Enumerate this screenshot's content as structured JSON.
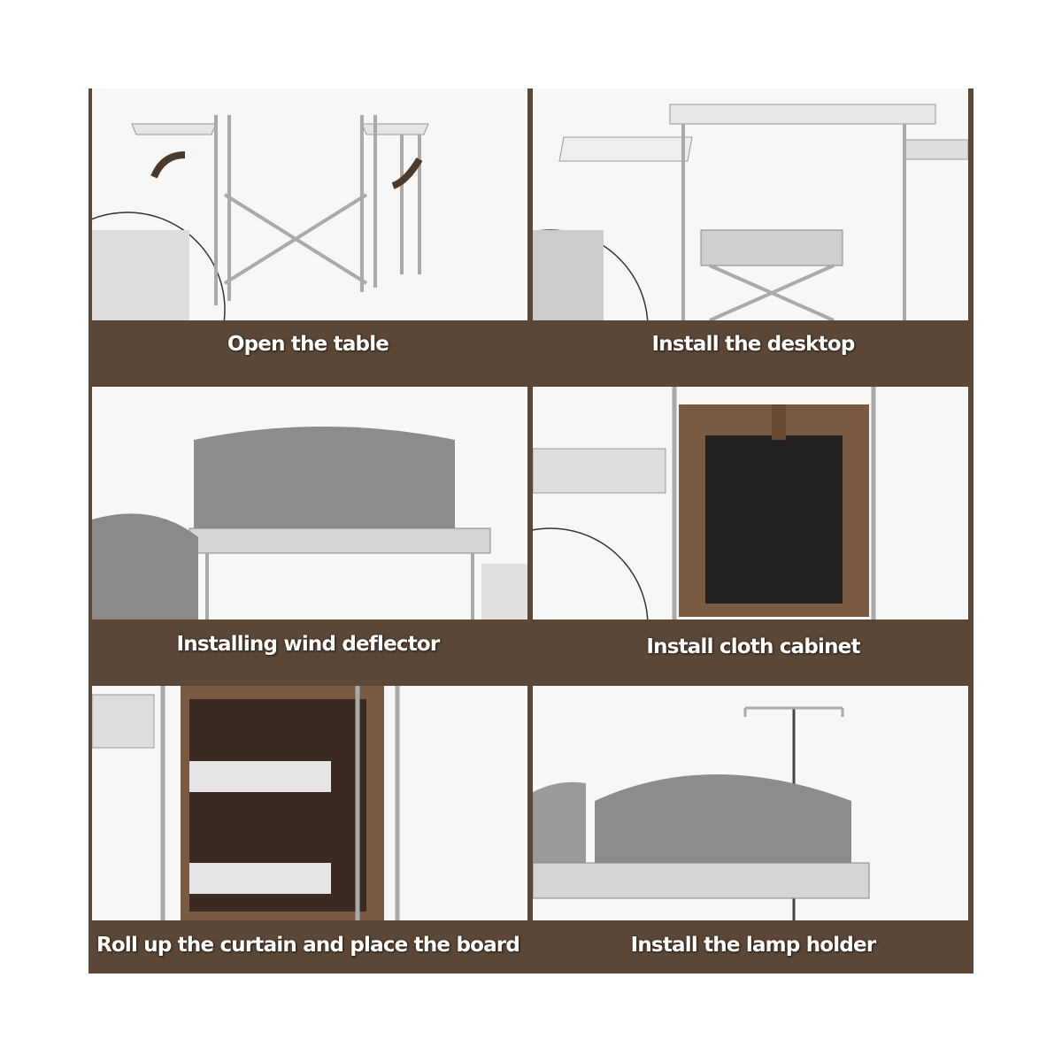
{
  "steps": [
    {
      "caption": "Open the table"
    },
    {
      "caption": "Install the desktop"
    },
    {
      "caption": "Installing wind deflector"
    },
    {
      "caption": "Install cloth cabinet"
    },
    {
      "caption": "Roll up the curtain and place the board"
    },
    {
      "caption": "Install the lamp holder"
    }
  ],
  "colors": {
    "frame": "#5b4737",
    "cabinet": "#7a5a40",
    "panel": "#8c8c8c"
  }
}
